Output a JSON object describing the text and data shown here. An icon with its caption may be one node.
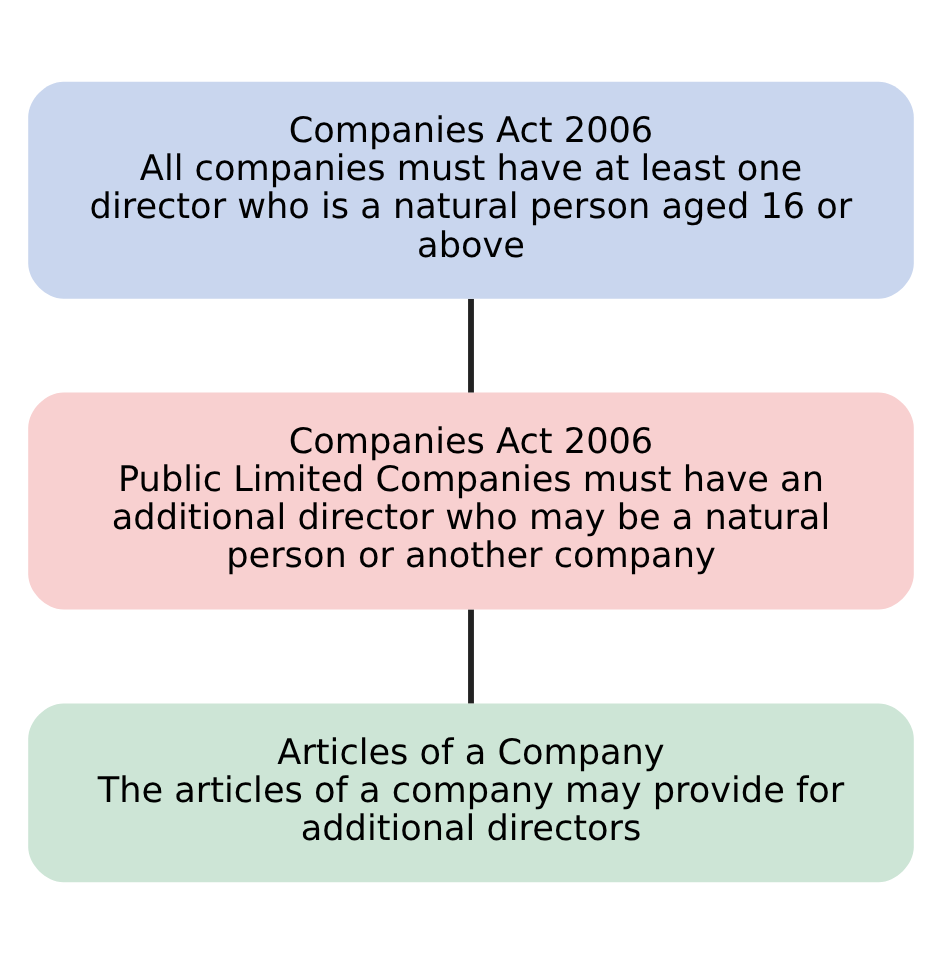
{
  "diagram": {
    "nodes": [
      {
        "text": [
          "Companies Act 2006",
          "All companies must have at least one director who is a natural person aged 16 or above"
        ]
      },
      {
        "text": [
          "Companies Act 2006",
          "Public Limited Companies must have an additional director who may be a natural person or another company"
        ]
      },
      {
        "text": [
          "Articles of a Company",
          "The articles of a company may provide for additional directors"
        ]
      }
    ],
    "edges": [
      {
        "from": 0,
        "to": 1,
        "arrow": "none"
      },
      {
        "from": 1,
        "to": 2,
        "arrow": "none"
      }
    ]
  }
}
